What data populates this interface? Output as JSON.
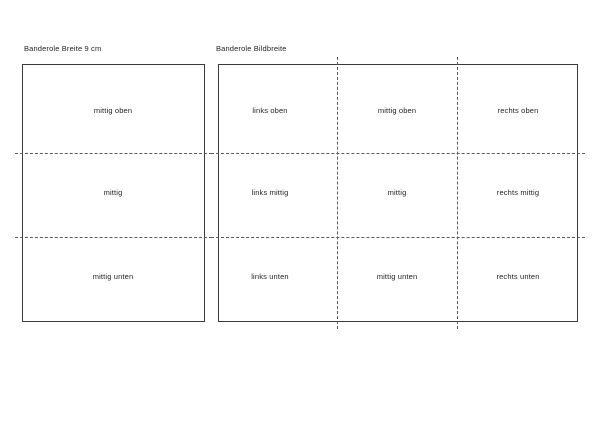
{
  "document": {
    "background_color": "#ffffff",
    "line_color": "#3a3a3a",
    "dash_color": "#5a5a5a",
    "text_color": "#1f1f1f"
  },
  "panels": [
    {
      "id": "banderole-breite-9cm",
      "heading": "Banderole Breite 9 cm",
      "columns": 1,
      "rows": 3,
      "cells": [
        {
          "label": "mittig oben",
          "row": "oben",
          "column": "mittig"
        },
        {
          "label": "mittig",
          "row": "mittig",
          "column": "mittig"
        },
        {
          "label": "mittig unten",
          "row": "unten",
          "column": "mittig"
        }
      ]
    },
    {
      "id": "banderole-bildbreite",
      "heading": "Banderole Bildbreite",
      "columns": 3,
      "rows": 3,
      "cells": [
        {
          "label": "links oben",
          "row": "oben",
          "column": "links"
        },
        {
          "label": "mittig oben",
          "row": "oben",
          "column": "mittig"
        },
        {
          "label": "rechts oben",
          "row": "oben",
          "column": "rechts"
        },
        {
          "label": "links mittig",
          "row": "mittig",
          "column": "links"
        },
        {
          "label": "mittig",
          "row": "mittig",
          "column": "mittig"
        },
        {
          "label": "rechts mittig",
          "row": "mittig",
          "column": "rechts"
        },
        {
          "label": "links unten",
          "row": "unten",
          "column": "links"
        },
        {
          "label": "mittig unten",
          "row": "unten",
          "column": "mittig"
        },
        {
          "label": "rechts unten",
          "row": "unten",
          "column": "rechts"
        }
      ]
    }
  ]
}
